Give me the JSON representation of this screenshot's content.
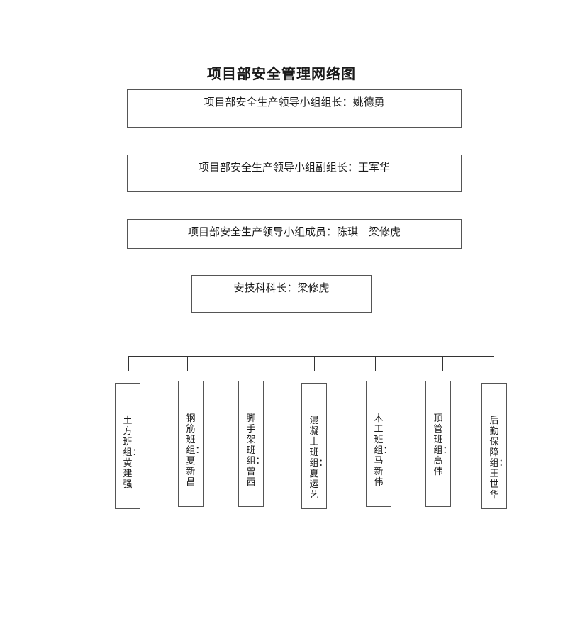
{
  "title": "项目部安全管理网络图",
  "boxes": {
    "leader": "项目部安全生产领导小组组长：姚德勇",
    "deputy": "项目部安全生产领导小组副组长：王军华",
    "members": "项目部安全生产领导小组成员：陈琪　梁修虎",
    "safety_chief": "安技科科长：梁修虎"
  },
  "teams": [
    "土方班组：黄建强",
    "钢筋班组：夏新昌",
    "脚手架班组：曾西",
    "混凝土班组：夏运艺",
    "木工班组：马新伟",
    "顶管班组：高伟",
    "后勤保障组：王世华"
  ]
}
